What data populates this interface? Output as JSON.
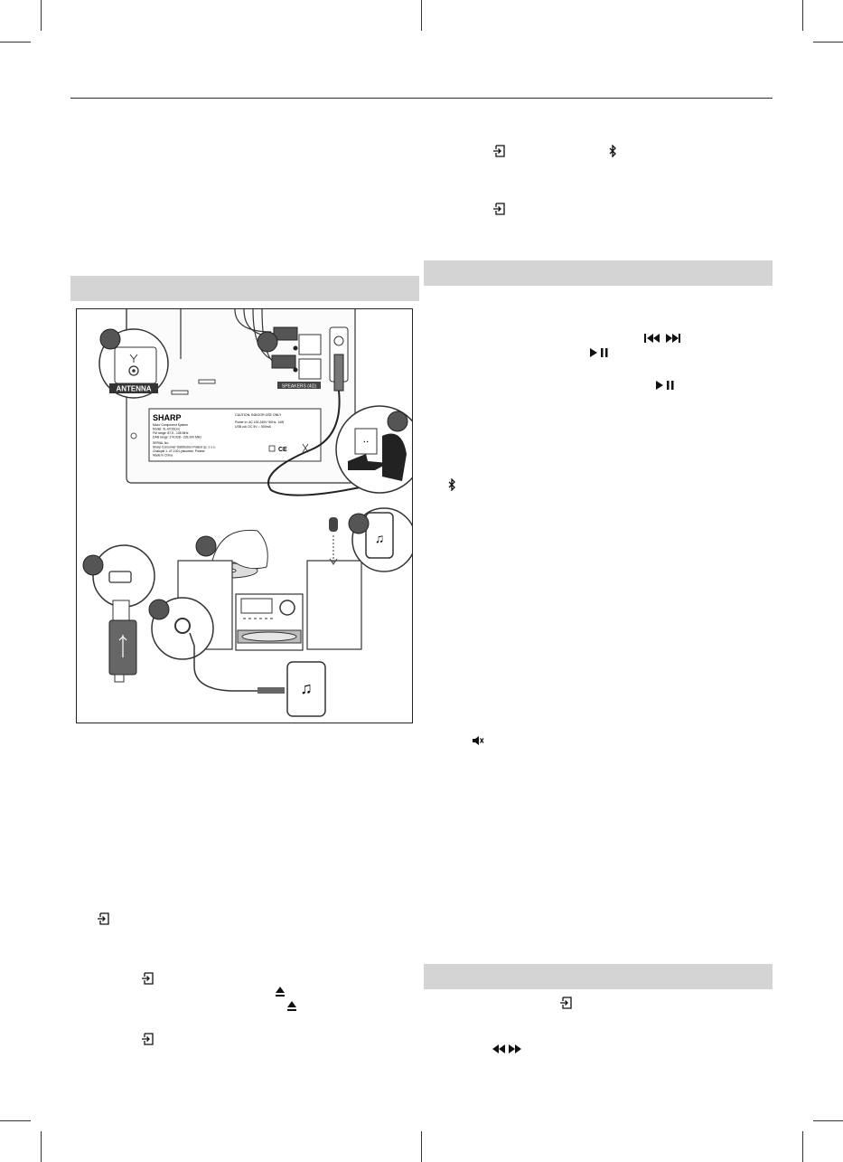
{
  "figure": {
    "antenna_label": "ANTENNA",
    "speakers_label": "SPEAKERS (4Ω)",
    "label_plate": {
      "brand": "SHARP",
      "caution": "CAUTION: INDOOR USE ONLY",
      "line1": "Micro Component System",
      "line2": "Model: XL-B715(xx)",
      "line3": "FM range: 87.5 - 108 MHz",
      "line4": "DAB range: 174.928 - 239.200 MHz",
      "power1": "Power In: AC 100-240V~50Hz, 14W",
      "power2": "USB out: DC 5V ⎓ 500mA",
      "serial": "SERIAL No.",
      "dist1": "Sharp Consumer Distribution Poland sp. z o.o.",
      "dist2": "Chalupki 1, 47-140 Lyskowice, Poland",
      "made": "Made in China"
    }
  },
  "icons": {
    "input": "input-source-icon",
    "bluetooth": "bluetooth-icon",
    "prev_next": "skip-prev-next-icon",
    "play_pause": "play-pause-icon",
    "eject": "eject-icon",
    "mute": "mute-icon",
    "rewind_ff": "rewind-fast-forward-icon"
  },
  "colors": {
    "band": "#d4d4d4",
    "ink": "#1a1a1a"
  }
}
